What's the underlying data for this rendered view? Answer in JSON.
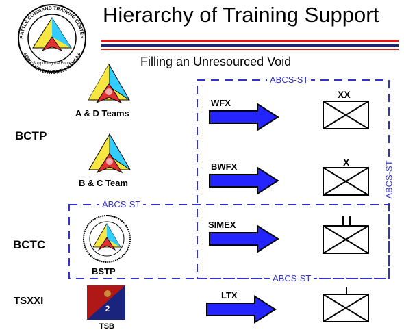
{
  "header": {
    "title": "Hierarchy of Training Support",
    "subtitle": "Filling an Unresourced Void",
    "logo": {
      "top_text": "BATTLE COMMAND TRAINING CENTER",
      "bottom_text": "FORT LEAVENWORTH, KANSAS",
      "motto": "Supporting the Force"
    },
    "rule_colors": [
      "#cc1f1f",
      "#1a237e"
    ]
  },
  "rows": [
    {
      "org": "BCTP",
      "unit": "A & D Teams",
      "exercise": "WFX",
      "echelon": "XX"
    },
    {
      "org": "",
      "unit": "B & C Team",
      "exercise": "BWFX",
      "echelon": "X"
    },
    {
      "org": "BCTC",
      "unit": "BSTP",
      "exercise": "SIMEX",
      "echelon": "II"
    },
    {
      "org": "TSXXI",
      "unit": "TSB",
      "exercise": "LTX",
      "echelon": "I"
    }
  ],
  "tsb_patch_number": "2",
  "boxes": {
    "upper_label": "ABCS-ST",
    "right_label": "ABCS-ST",
    "lower_left_label": "ABCS-ST",
    "lower_bottom_label": "ABCS-ST"
  },
  "colors": {
    "arrow": "#2424ff",
    "dashed": "#3333cc",
    "triangle_yellow": "#f5e642",
    "triangle_cyan": "#33ccff",
    "triangle_red": "#e03030"
  }
}
